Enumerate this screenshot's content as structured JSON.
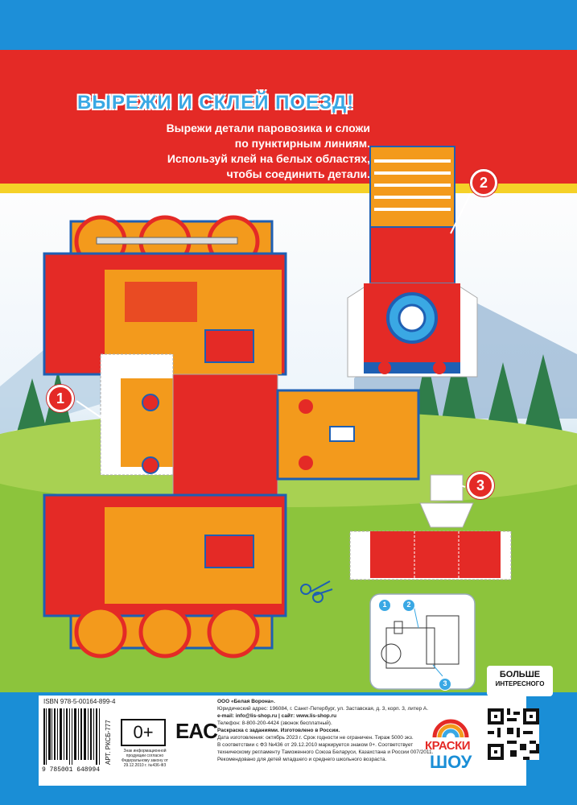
{
  "header": {
    "title": "ВЫРЕЖИ И СКЛЕЙ ПОЕЗД!",
    "instructions": [
      "Вырежи детали паровозика и сложи",
      "по пунктирным линиям.",
      "Используй клей на белых областях,",
      "чтобы соединить детали."
    ]
  },
  "markers": {
    "m1": "1",
    "m2": "2",
    "m3": "3"
  },
  "assembly": {
    "n1": "1",
    "n2": "2",
    "n3": "3"
  },
  "promo": {
    "line1": "БОЛЬШЕ",
    "line2": "ИНТЕРЕСНОГО"
  },
  "footer": {
    "isbn": "ISBN 978-5-00164-899-4",
    "barcode_number": "9 785001 648994",
    "article": "АРТ. РКСБ-777",
    "age": "0+",
    "age_note": "Знак информационной продукции согласно Федеральному закону от 29.12.2010 г. №436-ФЗ",
    "eac": "EAC",
    "legal": [
      "ООО «Белая Ворона».",
      "Юридический адрес: 196084, г. Санкт-Петербург, ул. Заставская, д. 3, корп. 3, литер А.",
      "e-mail: info@lis-shop.ru  |  сайт: www.lis-shop.ru",
      "Телефон: 8-800-200-4424 (звонок бесплатный).",
      "Раскраска с заданиями. Изготовлено в России.",
      "Дата изготовления: октябрь 2023 г. Срок годности не ограничен. Тираж 5000 экз.",
      "В соответствии с ФЗ №436 от 29.12.2010 маркируется знаком 0+. Соответствует",
      "техническому регламенту Таможенного Союза Беларуси, Казахстана и России 007/2011.",
      "Рекомендовано для детей младшего и среднего школьного возраста."
    ],
    "brand_top": "КРАСКИ",
    "brand_bottom": "ШОУ"
  },
  "colors": {
    "red": "#e42a26",
    "orange": "#f39a1c",
    "blue": "#1e5fb3",
    "cyan": "#3aa8e4",
    "yellow": "#f5d128"
  }
}
